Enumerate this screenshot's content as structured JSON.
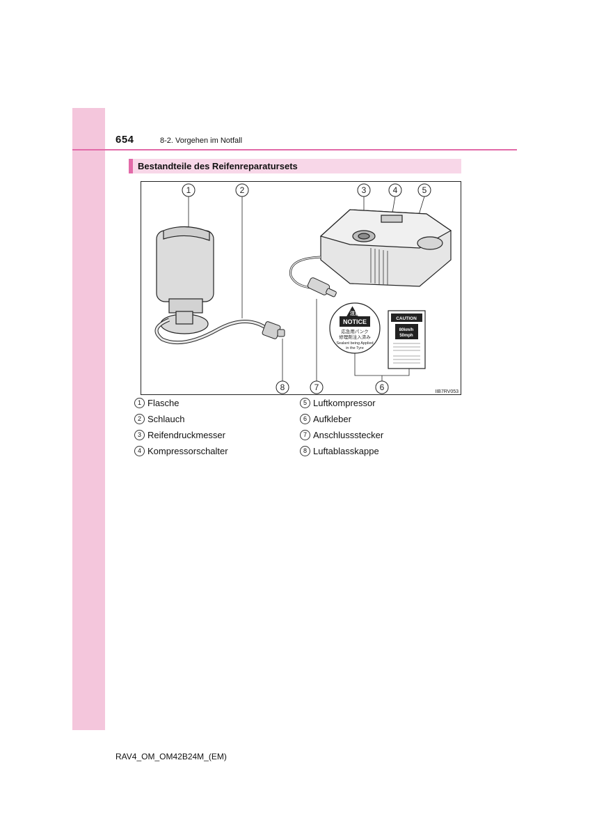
{
  "header": {
    "page_number": "654",
    "chapter": "8-2. Vorgehen im Notfall"
  },
  "section": {
    "title": "Bestandteile des Reifenreparatursets"
  },
  "figure": {
    "code": "IIB7RV053",
    "callouts": [
      "1",
      "2",
      "3",
      "4",
      "5",
      "6",
      "7",
      "8"
    ],
    "sticker_round": {
      "japanese_title": "注意",
      "notice": "NOTICE",
      "japanese_line1": "応急用パンク",
      "japanese_line2": "修理剤注入済み",
      "english_line1": "Sealant being Applied",
      "english_line2": "in the Tyre"
    },
    "sticker_rect": {
      "caution": "CAUTION",
      "speed_kmh": "80km/h",
      "speed_mph": "50mph"
    }
  },
  "legend": {
    "left": [
      {
        "num": "1",
        "label": "Flasche"
      },
      {
        "num": "2",
        "label": "Schlauch"
      },
      {
        "num": "3",
        "label": "Reifendruckmesser"
      },
      {
        "num": "4",
        "label": "Kompressorschalter"
      }
    ],
    "right": [
      {
        "num": "5",
        "label": "Luftkompressor"
      },
      {
        "num": "6",
        "label": "Aufkleber"
      },
      {
        "num": "7",
        "label": "Anschlussstecker"
      },
      {
        "num": "8",
        "label": "Luftablasskappe"
      }
    ]
  },
  "footer": {
    "doc_code": "RAV4_OM_OM42B24M_(EM)"
  }
}
